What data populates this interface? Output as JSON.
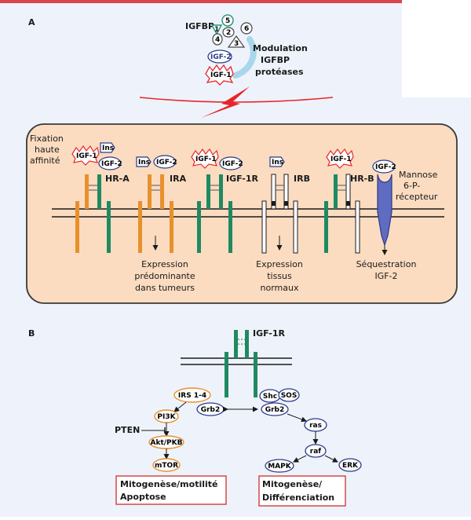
{
  "colors": {
    "orange": "#e8902b",
    "green": "#1f8a62",
    "navy": "#2b3a8c",
    "red": "#e8262a",
    "panel_fill": "#fbdcc0",
    "panel_stroke": "#3a3a3a",
    "bg": "#eef3fb",
    "box_red": "#d23b3b",
    "lightblue": "#a9d6ea",
    "white": "#ffffff"
  },
  "panel_a": {
    "letter": "A",
    "igfbp": "IGFBP",
    "bp_numbers": [
      "1",
      "2",
      "3",
      "4",
      "5",
      "6"
    ],
    "igf2": "IGF-2",
    "igf1": "IGF-1",
    "modulation": [
      "Modulation",
      "IGFBP",
      "protéases"
    ],
    "fixation": [
      "Fixation",
      "haute",
      "affinité"
    ],
    "ins": "Ins",
    "receptors": [
      "HR-A",
      "IRA",
      "IGF-1R",
      "IRB",
      "HR-B"
    ],
    "mannose": [
      "Mannose",
      "6-P-",
      "récepteur"
    ],
    "expr_tumour": [
      "Expression",
      "prédominante",
      "dans tumeurs"
    ],
    "expr_normal": [
      "Expression",
      "tissus",
      "normaux"
    ],
    "sequestration": [
      "Séquestration",
      "IGF-2"
    ]
  },
  "panel_b": {
    "letter": "B",
    "receptor": "IGF-1R",
    "irs": "IRS 1-4",
    "grb2_left": "Grb2",
    "shc": "Shc",
    "sos": "SOS",
    "grb2_right": "Grb2",
    "pi3k": "PI3K",
    "pten": "PTEN",
    "akt": "Akt/PKB",
    "mtor": "mTOR",
    "ras": "ras",
    "raf": "raf",
    "mapk": "MAPK",
    "erk": "ERK",
    "outcome_left": [
      "Mitogenèse/motilité",
      "Apoptose"
    ],
    "outcome_right": [
      "Mitogenèse/",
      "Différenciation"
    ]
  }
}
